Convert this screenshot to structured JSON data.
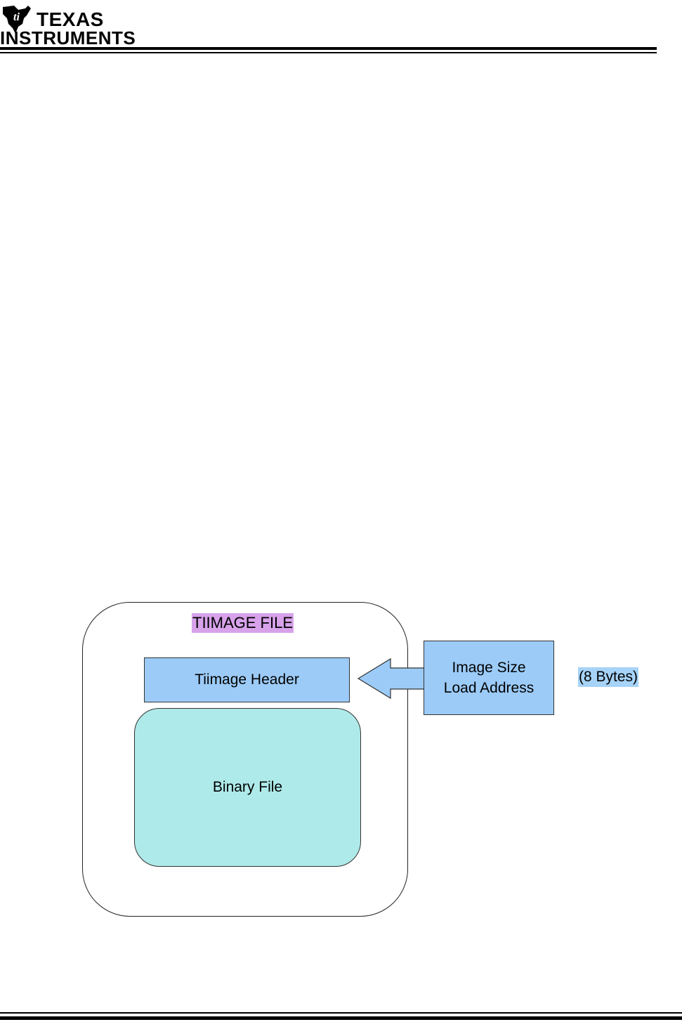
{
  "header": {
    "logo": {
      "line1": "TEXAS",
      "line2": "INSTRUMENTS"
    }
  },
  "diagram": {
    "container_label": "TIIMAGE FILE",
    "header_box_label": "Tiimage Header",
    "binary_box_label": "Binary File",
    "info_box_lines": [
      "Image Size",
      "Load Address"
    ],
    "size_note": "(8 Bytes)",
    "colors": {
      "container_label_bg": "#d7a2ea",
      "header_fill": "#9ccbf8",
      "binary_fill": "#aeeae9",
      "info_fill": "#9ccbf8",
      "size_note_bg": "#a6d3f7"
    }
  }
}
